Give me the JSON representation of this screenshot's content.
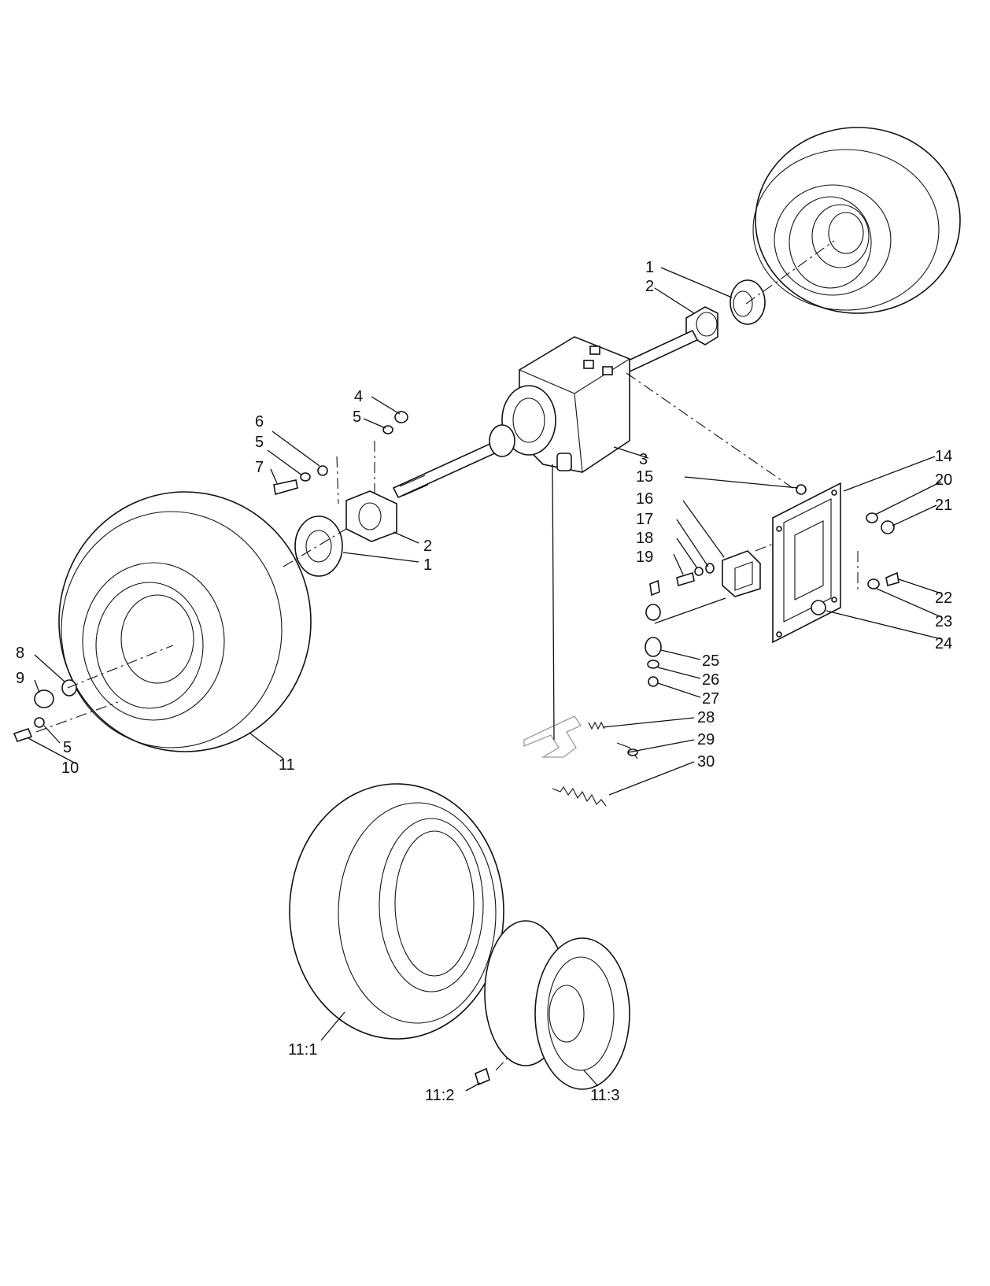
{
  "callouts": {
    "c1_top": "1",
    "c2_top": "2",
    "c3": "3",
    "c4": "4",
    "c5_upper": "5",
    "c6": "6",
    "c5_mid": "5",
    "c7": "7",
    "c2_left": "2",
    "c1_left": "1",
    "c8": "8",
    "c9": "9",
    "c5_low": "5",
    "c10": "10",
    "c11": "11",
    "c14": "14",
    "c15": "15",
    "c20": "20",
    "c16": "16",
    "c21": "21",
    "c17": "17",
    "c18": "18",
    "c19": "19",
    "c22": "22",
    "c23": "23",
    "c24": "24",
    "c25": "25",
    "c26": "26",
    "c27": "27",
    "c28": "28",
    "c29": "29",
    "c30": "30",
    "c11_1": "11:1",
    "c11_2": "11:2",
    "c11_3": "11:3"
  }
}
